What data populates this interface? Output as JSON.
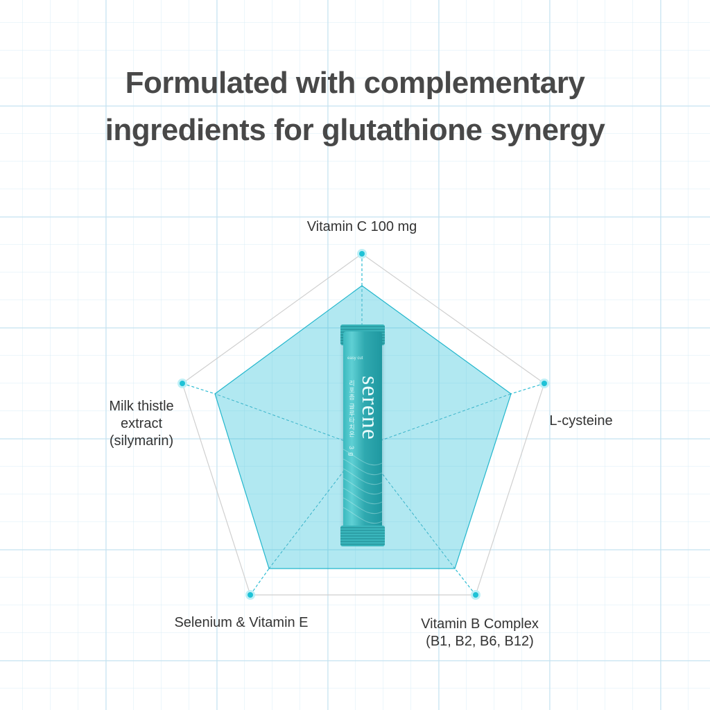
{
  "heading": {
    "line1": "Formulated with complementary",
    "line2": "ingredients for glutathione synergy"
  },
  "labels": {
    "vitamin_c": "Vitamin C 100 mg",
    "l_cysteine": "L-cysteine",
    "vitamin_b_line1": "Vitamin B Complex",
    "vitamin_b_line2": "(B1, B2, B6, B12)",
    "selenium": "Selenium & Vitamin E",
    "milk_line1": "Milk thistle",
    "milk_line2": "extract",
    "milk_line3": "(silymarin)"
  },
  "product": {
    "brand": "serene",
    "korean_name": "리포좀 글루타치온",
    "weight": "3 g",
    "tag": "easy cut"
  },
  "colors": {
    "accent": "#1ec2d6",
    "fill": "rgba(56,196,220,0.35)",
    "outline": "#c9c9c9"
  }
}
